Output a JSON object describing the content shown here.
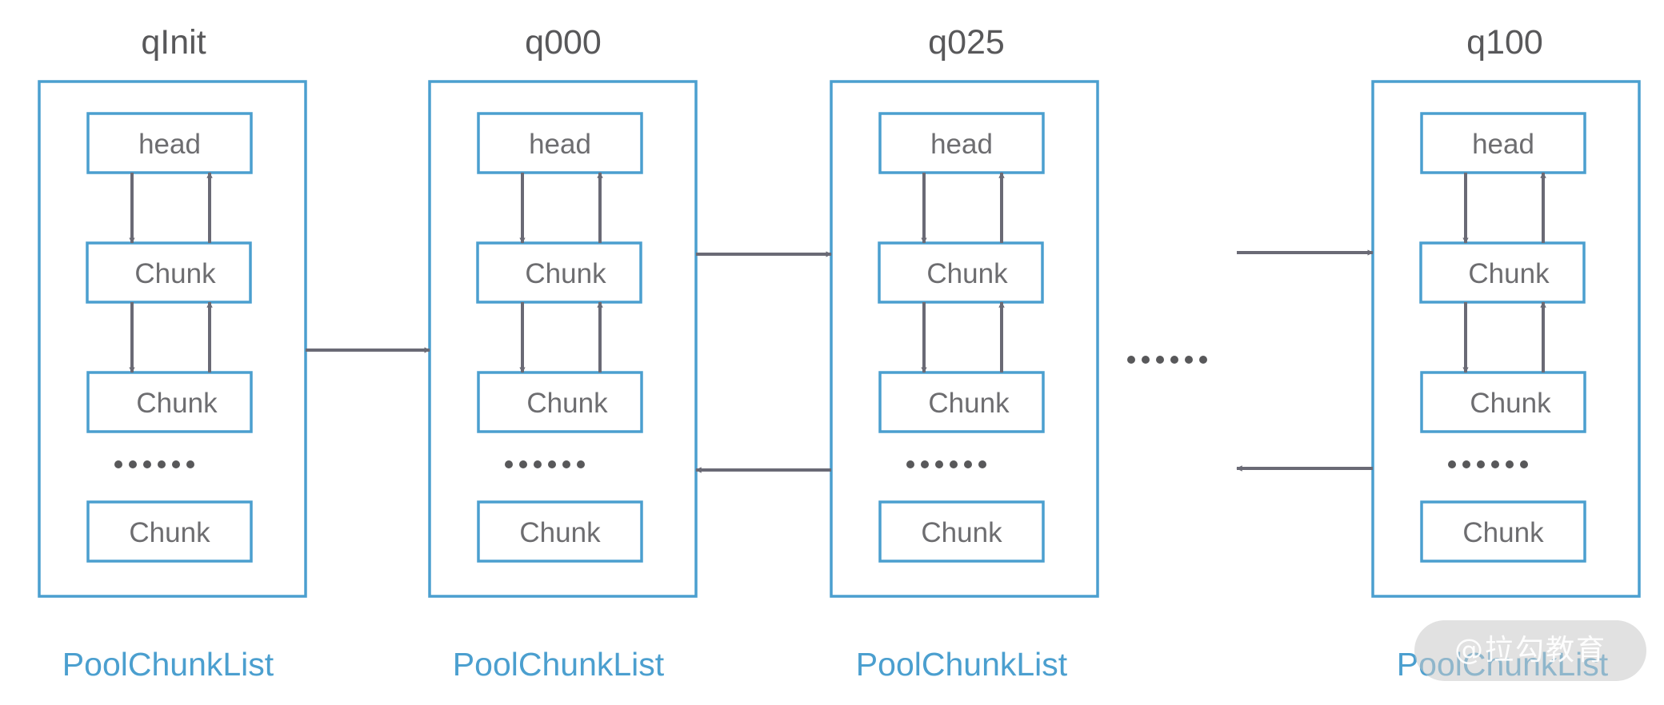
{
  "lists": [
    {
      "title": "qInit",
      "nodes": [
        "head",
        "Chunk",
        "Chunk",
        "Chunk"
      ],
      "ellipsis": "······",
      "footer": "PoolChunkList"
    },
    {
      "title": "q000",
      "nodes": [
        "head",
        "Chunk",
        "Chunk",
        "Chunk"
      ],
      "ellipsis": "······",
      "footer": "PoolChunkList"
    },
    {
      "title": "q025",
      "nodes": [
        "head",
        "Chunk",
        "Chunk",
        "Chunk"
      ],
      "ellipsis": "······",
      "footer": "PoolChunkList"
    },
    {
      "title": "q100",
      "nodes": [
        "head",
        "Chunk",
        "Chunk",
        "Chunk"
      ],
      "ellipsis": "······",
      "footer": "PoolChunkList"
    }
  ],
  "gap_ellipsis": "······",
  "watermark": "@拉勾教育",
  "colors": {
    "frame": "#4b9fcf",
    "footer_text": "#4b9fcf",
    "arrow": "#6a6a75",
    "text": "#58585a"
  }
}
